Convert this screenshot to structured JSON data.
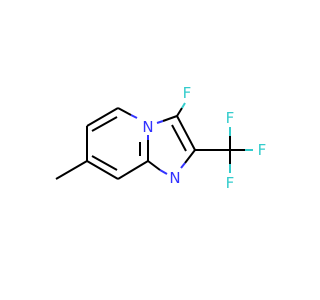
{
  "colors": {
    "background": "#ffffff",
    "carbon_bond": "#000000",
    "nitrogen": "#3333ff",
    "fluorine": "#33cccc"
  },
  "atoms": {
    "n_bridge": "N",
    "n_ring": "N",
    "f_ring": "F",
    "f_top": "F",
    "f_right": "F",
    "f_bottom": "F"
  }
}
